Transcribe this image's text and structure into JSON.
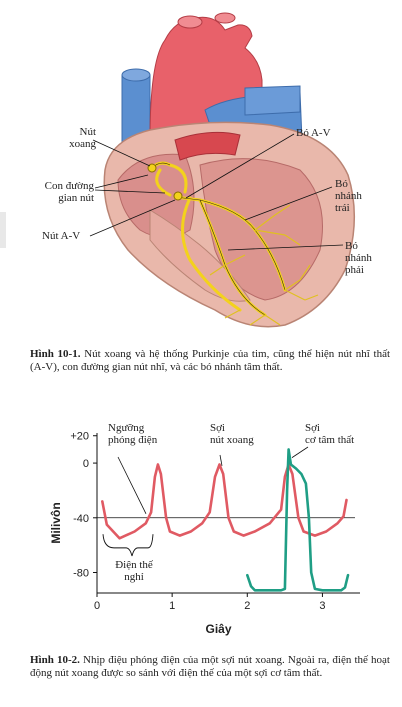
{
  "figure1": {
    "labels": {
      "sa_node": "Nút\nxoang",
      "internodal": "Con đường\ngian nút",
      "av_node": "Nút A-V",
      "av_bundle": "Bó A-V",
      "left_bundle": "Bó\nnhánh\ntrái",
      "right_bundle": "Bó\nnhánh\nphải"
    },
    "caption_bold": "Hình 10-1.",
    "caption_text": " Nút xoang và hệ thống Purkinje của tim, cũng thể hiện nút nhĩ thất (A-V), con đường gian nút nhĩ, và các bó nhánh tâm thất."
  },
  "figure2": {
    "caption_bold": "Hình 10-2.",
    "caption_text": " Nhịp điệu phóng điện của một sợi nút xoang. Ngoài ra, điện thế hoạt động nút xoang được so sánh với điện thế của một sợi cơ tâm thất."
  },
  "chart_data": {
    "type": "line",
    "xlabel": "Giây",
    "ylabel": "Milivôn",
    "xlim": [
      0,
      3.5
    ],
    "ylim": [
      -95,
      22
    ],
    "x_ticks": [
      "0",
      "1",
      "2",
      "3"
    ],
    "x_tick_values": [
      0,
      1,
      2,
      3
    ],
    "y_ticks": [
      "+20",
      "0",
      "-40",
      "-80"
    ],
    "y_tick_values": [
      20,
      0,
      -40,
      -80
    ],
    "reference_line": -40,
    "annotations": {
      "threshold": "Ngưỡng\nphóng điện",
      "sa_fiber": "Sợi\nnút xoang",
      "ventricular_fiber": "Sợi\ncơ tâm thất",
      "resting": "Điện thế\nnghỉ"
    },
    "series": [
      {
        "color": "#e05a63",
        "points": [
          [
            0.07,
            -28
          ],
          [
            0.13,
            -45
          ],
          [
            0.3,
            -55
          ],
          [
            0.5,
            -50
          ],
          [
            0.65,
            -44
          ],
          [
            0.72,
            -36
          ],
          [
            0.77,
            -10
          ],
          [
            0.81,
            -1
          ],
          [
            0.85,
            -8
          ],
          [
            0.92,
            -40
          ],
          [
            0.97,
            -50
          ],
          [
            1.1,
            -53
          ],
          [
            1.25,
            -50
          ],
          [
            1.4,
            -44
          ],
          [
            1.5,
            -36
          ],
          [
            1.57,
            -10
          ],
          [
            1.63,
            -1
          ],
          [
            1.68,
            -8
          ],
          [
            1.75,
            -40
          ],
          [
            1.82,
            -50
          ],
          [
            1.95,
            -53
          ],
          [
            2.1,
            -50
          ],
          [
            2.3,
            -44
          ],
          [
            2.45,
            -34
          ],
          [
            2.5,
            -10
          ],
          [
            2.55,
            -1
          ],
          [
            2.6,
            -8
          ],
          [
            2.68,
            -40
          ],
          [
            2.75,
            -50
          ],
          [
            2.9,
            -53
          ],
          [
            3.05,
            -50
          ],
          [
            3.2,
            -44
          ],
          [
            3.28,
            -39
          ],
          [
            3.32,
            -27
          ]
        ]
      },
      {
        "color": "#1f9e85",
        "points": [
          [
            2.0,
            -82
          ],
          [
            2.05,
            -90
          ],
          [
            2.1,
            -93
          ],
          [
            2.45,
            -93
          ],
          [
            2.5,
            -92
          ],
          [
            2.53,
            -20
          ],
          [
            2.55,
            10
          ],
          [
            2.58,
            -1
          ],
          [
            2.65,
            -4
          ],
          [
            2.72,
            -8
          ],
          [
            2.78,
            -15
          ],
          [
            2.82,
            -40
          ],
          [
            2.85,
            -80
          ],
          [
            2.9,
            -92
          ],
          [
            3.0,
            -93
          ],
          [
            3.25,
            -93
          ],
          [
            3.3,
            -91
          ],
          [
            3.34,
            -82
          ]
        ]
      }
    ]
  }
}
